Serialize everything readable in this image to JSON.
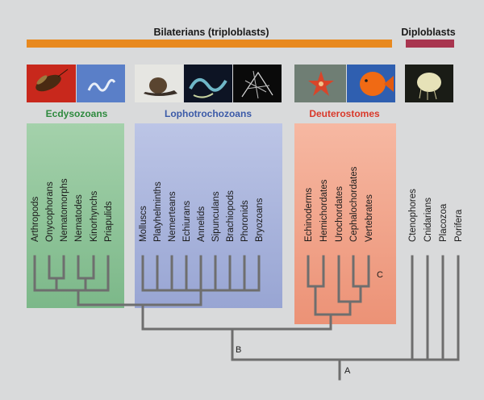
{
  "header": {
    "bilaterians": "Bilaterians (triploblasts)",
    "diploblasts": "Diploblasts"
  },
  "groups": {
    "ecdysozoans": "Ecdysozoans",
    "lophotrochozoans": "Lophotrochozoans",
    "deuterostomes": "Deuterostomes"
  },
  "taxa": {
    "ecdysozoans": [
      "Arthropods",
      "Onycophorans",
      "Nematomorphs",
      "Nematodes",
      "Kinorhynchs",
      "Priapulids"
    ],
    "lophotrochozoans": [
      "Molluscs",
      "Platyhelminths",
      "Nemerteans",
      "Echiurans",
      "Annelids",
      "Sipunculans",
      "Brachiopods",
      "Phoronids",
      "Bryozoans"
    ],
    "deuterostomes": [
      "Echinoderms",
      "Hemichordates",
      "Urochordates",
      "Cephalochordates",
      "Vertebrates"
    ],
    "diploblasts": [
      "Ctenophores",
      "Cnidarians",
      "Placozoa",
      "Porifera"
    ]
  },
  "nodes": {
    "a": "A",
    "b": "B",
    "c": "C"
  },
  "photos": [
    "insect",
    "worm",
    "snail",
    "annelid",
    "bryozoan",
    "starfish",
    "fish",
    "jellyfish"
  ],
  "colors": {
    "background": "#d9dadb",
    "bilaterian_bar": "#e8891f",
    "diploblast_bar": "#a8354f",
    "ecdysozoan_box": "#8fc49a",
    "ecdysozoan_text": "#2e8a3e",
    "lophotrochozoan_box": "#a9b4da",
    "lophotrochozoan_text": "#3b5aa8",
    "deuterostome_box": "#f0a48c",
    "deuterostome_text": "#d9392a",
    "tree": "#6e6e6e"
  }
}
